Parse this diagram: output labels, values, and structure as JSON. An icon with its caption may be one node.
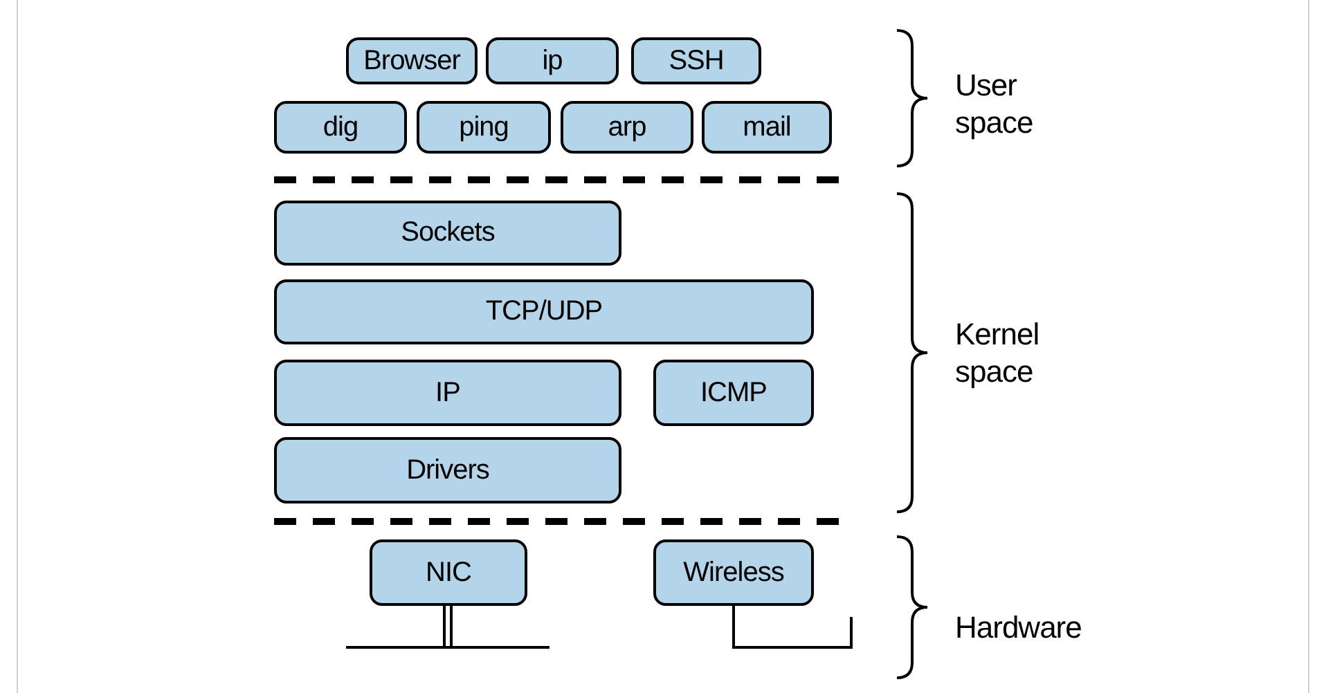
{
  "diagram": {
    "nodes": [
      {
        "text": [
          "Browser"
        ]
      },
      {
        "text": [
          "ip"
        ]
      },
      {
        "text": [
          "SSH"
        ]
      },
      {
        "text": [
          "dig"
        ]
      },
      {
        "text": [
          "ping"
        ]
      },
      {
        "text": [
          "arp"
        ]
      },
      {
        "text": [
          "mail"
        ]
      },
      {
        "text": [
          "Sockets"
        ]
      },
      {
        "text": [
          "TCP/UDP"
        ]
      },
      {
        "text": [
          "IP"
        ]
      },
      {
        "text": [
          "ICMP"
        ]
      },
      {
        "text": [
          "Drivers"
        ]
      },
      {
        "text": [
          "NIC"
        ]
      },
      {
        "text": [
          "Wireless"
        ]
      }
    ],
    "labels": [
      "User space",
      "Kernel space",
      "Hardware"
    ]
  }
}
